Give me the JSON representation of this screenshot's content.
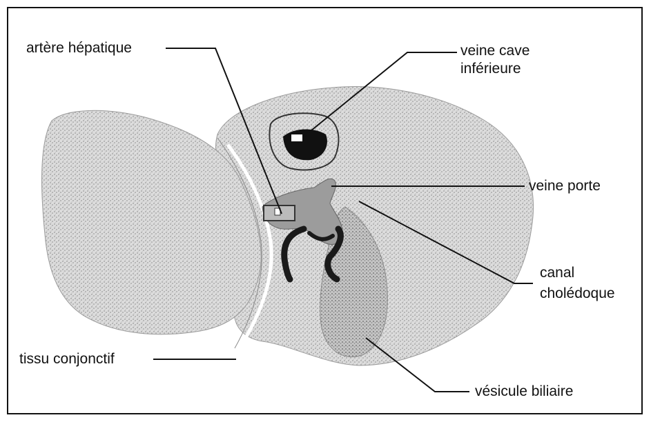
{
  "labels": {
    "hepatic_artery": "artère hépatique",
    "inferior_vena_cava_line1": "veine cave",
    "inferior_vena_cava_line2": "inférieure",
    "portal_vein": "veine porte",
    "bile_duct_line1": "canal",
    "bile_duct_line2": "cholédoque",
    "connective_tissue": "tissu conjonctif",
    "gallbladder": "vésicule biliaire"
  },
  "colors": {
    "border": "#111111",
    "tissue_fill": "#d9d9d9",
    "tissue_stipple": "#9a9a9a",
    "vessel_fill": "#9c9c9c",
    "duct_fill": "#1a1a1a",
    "leader_line": "#111111"
  }
}
